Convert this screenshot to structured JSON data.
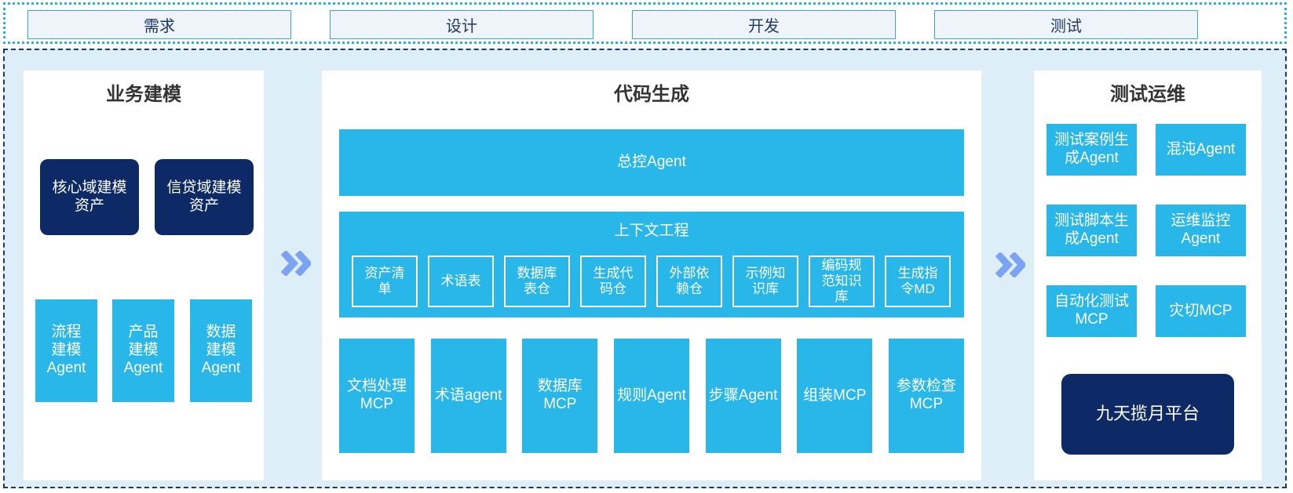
{
  "phases": [
    {
      "label": "需求"
    },
    {
      "label": "设计"
    },
    {
      "label": "开发"
    },
    {
      "label": "测试"
    }
  ],
  "panels": {
    "business_modeling": {
      "title": "业务建模",
      "assets": [
        "核心域建模资产",
        "信贷域建模资产"
      ],
      "agents": [
        "流程建模Agent",
        "产品建模Agent",
        "数据建模Agent"
      ]
    },
    "code_generation": {
      "title": "代码生成",
      "master_agent": "总控Agent",
      "context_engineering": {
        "label": "上下文工程",
        "items": [
          "资产清单",
          "术语表",
          "数据库表仓",
          "生成代码仓",
          "外部依赖仓",
          "示例知识库",
          "编码规范知识库",
          "生成指令MD"
        ]
      },
      "tools": [
        "文档处理MCP",
        "术语agent",
        "数据库MCP",
        "规则Agent",
        "步骤Agent",
        "组装MCP",
        "参数检查MCP"
      ]
    },
    "test_ops": {
      "title": "测试运维",
      "boxes": [
        "测试案例生成Agent",
        "混沌Agent",
        "测试脚本生成Agent",
        "运维监控Agent",
        "自动化测试MCP",
        "灾切MCP"
      ],
      "platform": "九天揽月平台"
    }
  },
  "colors": {
    "cyan": "#29b6e9",
    "navy": "#0d2a66",
    "area_background": "#ddeef9",
    "phase_box_background": "#eef4f9",
    "phase_border": "#3ba6d0",
    "dotted_border": "#2fb0e0",
    "dashed_border": "#1f3864",
    "arrow": "#7ba3f2"
  }
}
